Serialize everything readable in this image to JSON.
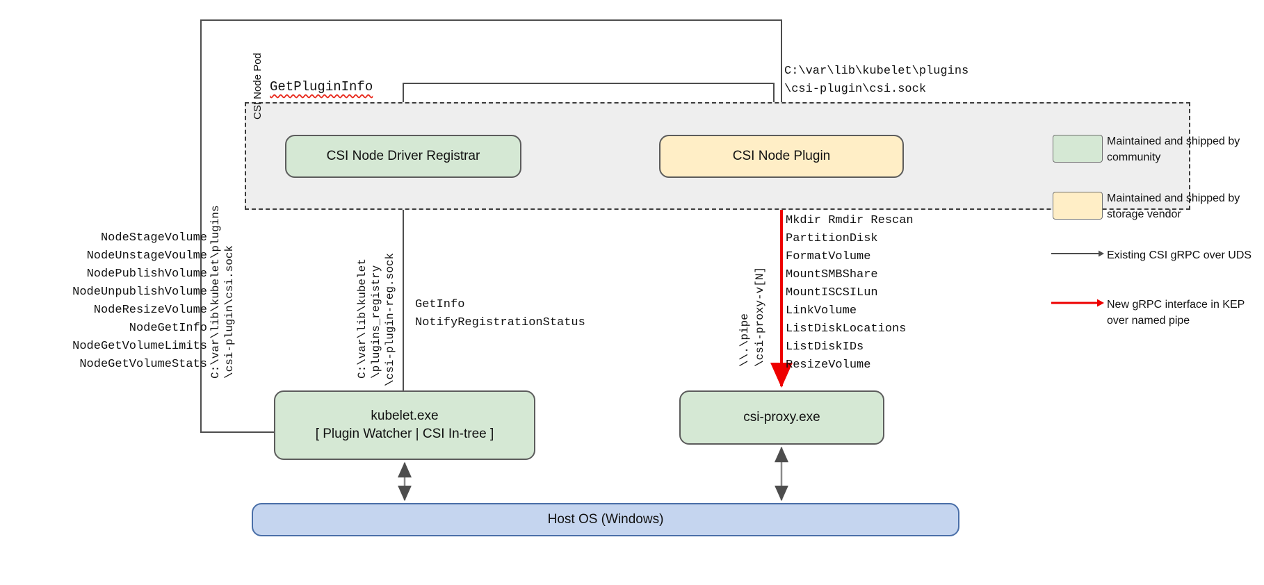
{
  "diagram": {
    "pod_label": "CSI Node Pod",
    "nodes": {
      "registrar": "CSI Node Driver Registrar",
      "node_plugin": "CSI Node Plugin",
      "kubelet": "kubelet.exe\n[ Plugin Watcher | CSI In-tree ]",
      "csi_proxy": "csi-proxy.exe",
      "host_os": "Host OS (Windows)"
    },
    "labels": {
      "get_plugin_info": "GetPluginInfo",
      "plugin_socket_path": "C:\\var\\lib\\kubelet\\plugins\n\\csi-plugin\\csi.sock",
      "node_rpc_list": "NodeStageVolume\nNodeUnstageVoulme\nNodePublishVolume\nNodeUnpublishVolume\nNodeResizeVolume\nNodeGetInfo\nNodeGetVolumeLimits\nNodeGetVolumeStats",
      "kubelet_csi_path_line1": "C:\\var\\lib\\kubelet\\plugins",
      "kubelet_csi_path_line2": "\\csi-plugin\\csi.sock",
      "registry_path_line1": "C:\\var\\lib\\kubelet",
      "registry_path_line2": "\\plugins_registry",
      "registry_path_line3": "\\csi-plugin-reg.sock",
      "registration_calls": "GetInfo\nNotifyRegistrationStatus",
      "pipe_line1": "\\\\.\\pipe",
      "pipe_line2": "\\csi-proxy-v[N]",
      "proxy_op_list": "Mkdir Rmdir Rescan\nPartitionDisk\nFormatVolume\nMountSMBShare\nMountISCSILun\nLinkVolume\nListDiskLocations\nListDiskIDs\nResizeVolume"
    },
    "colors": {
      "community_green": "#d5e8d4",
      "vendor_yellow": "#ffeec6",
      "host_blue": "#c5d5ef",
      "existing_arrow": "#4d4d4d",
      "new_arrow": "#ee0000"
    }
  },
  "legend": {
    "items": [
      {
        "kind": "swatch-green",
        "text": "Maintained and shipped by community"
      },
      {
        "kind": "swatch-yellow",
        "text": "Maintained and shipped by storage vendor"
      },
      {
        "kind": "arrow-gray",
        "text": "Existing CSI gRPC over UDS"
      },
      {
        "kind": "arrow-red",
        "text": "New gRPC interface in KEP over named pipe"
      }
    ]
  }
}
